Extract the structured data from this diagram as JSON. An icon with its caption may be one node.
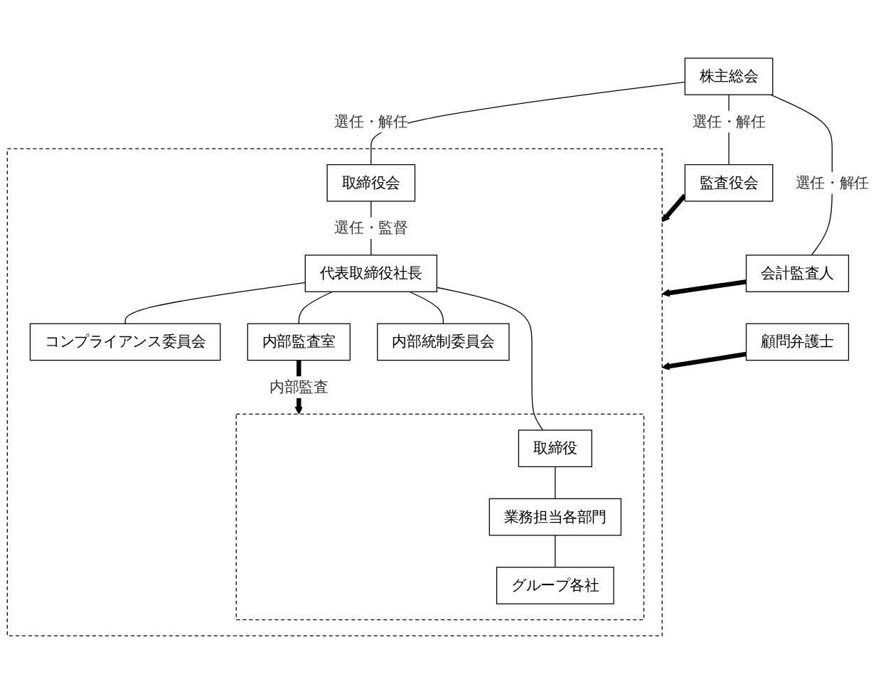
{
  "diagram": {
    "nodes": [
      {
        "text": [
          "株主総会"
        ]
      },
      {
        "text": [],
        "shape": "box"
      },
      {
        "text": [
          "取締役会"
        ],
        "in": 1
      },
      {
        "text": [
          "代表取締役社長"
        ],
        "in": 1
      },
      {
        "text": [
          "コンプライアンス委員会"
        ],
        "in": 1
      },
      {
        "text": [
          "内部監査室"
        ],
        "in": 1
      },
      {
        "text": [
          "内部統制委員会"
        ],
        "in": 1
      },
      {
        "text": [],
        "shape": "box",
        "in": 1
      },
      {
        "text": [
          "取締役"
        ],
        "in": 7
      },
      {
        "text": [
          "業務担当各部門"
        ],
        "in": 7
      },
      {
        "text": [
          "グループ各社"
        ],
        "in": 7
      },
      {
        "text": [
          "監査役会"
        ]
      },
      {
        "text": [
          "会計監査人"
        ]
      },
      {
        "text": [
          "顧問弁護士"
        ]
      }
    ],
    "edges": [
      {
        "from": 0,
        "to": 2,
        "arrow": "none",
        "label": "選任・解任"
      },
      {
        "from": 0,
        "to": 11,
        "arrow": "none",
        "label": "選任・解任"
      },
      {
        "from": 0,
        "to": 12,
        "arrow": "none",
        "label": "選任・解任"
      },
      {
        "from": 2,
        "to": 3,
        "arrow": "none",
        "label": "選任・監督"
      },
      {
        "from": 3,
        "to": 4,
        "arrow": "none"
      },
      {
        "from": 3,
        "to": 5,
        "arrow": "none"
      },
      {
        "from": 3,
        "to": 6,
        "arrow": "none"
      },
      {
        "from": 3,
        "to": 8,
        "arrow": "none"
      },
      {
        "from": 8,
        "to": 9,
        "arrow": "none"
      },
      {
        "from": 9,
        "to": 10,
        "arrow": "none"
      },
      {
        "from": 5,
        "to": 7,
        "arrow": "to",
        "style": "thick",
        "label": "内部監査"
      },
      {
        "from": 11,
        "to": 1,
        "arrow": "to",
        "style": "thick"
      },
      {
        "from": 12,
        "to": 1,
        "arrow": "to",
        "style": "thick"
      },
      {
        "from": 13,
        "to": 1,
        "arrow": "to",
        "style": "thick"
      }
    ]
  }
}
